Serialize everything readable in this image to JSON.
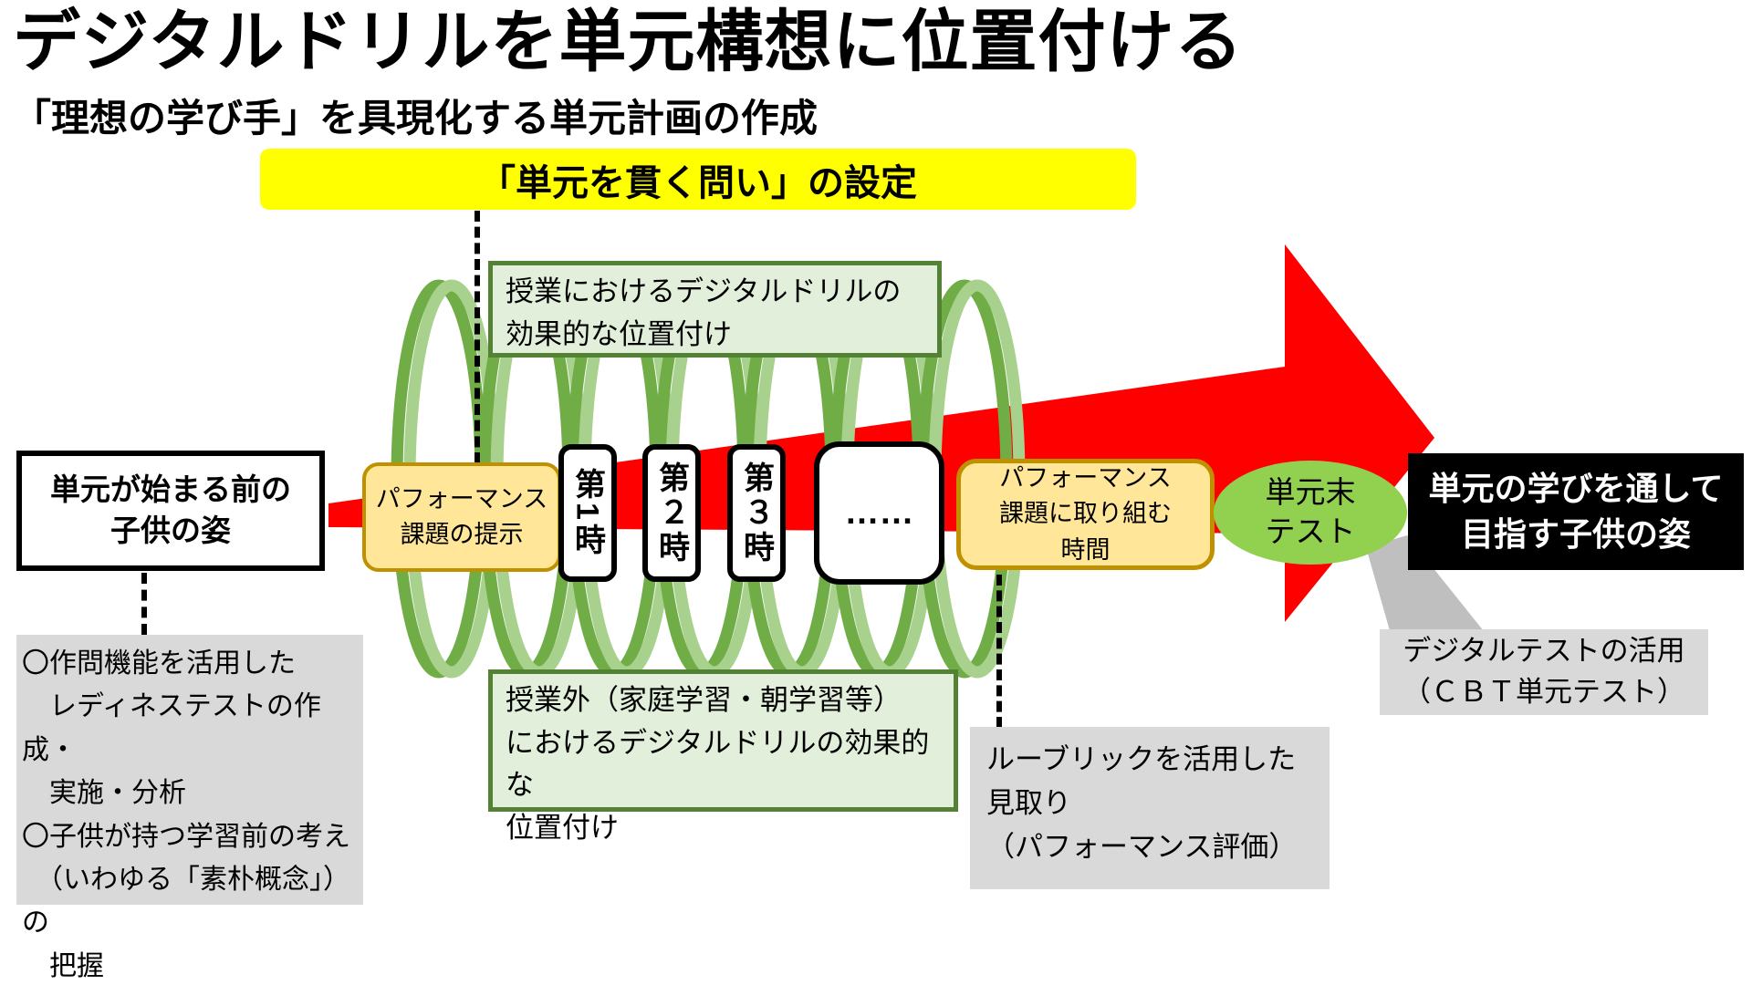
{
  "title": "デジタルドリルを単元構想に位置付ける",
  "subtitle": "「理想の学び手」を具現化する単元計画の作成",
  "banner": {
    "text": "「単元を貫く問い」の設定"
  },
  "boxes": {
    "before_unit": {
      "lines": [
        "単元が始まる前の",
        "子供の姿"
      ]
    },
    "in_class_drill": {
      "lines": [
        "授業におけるデジタルドリルの",
        "効果的な位置付け"
      ]
    },
    "performance_present": {
      "lines": [
        "パフォーマンス",
        "課題の提示"
      ]
    },
    "sessions": [
      {
        "label": "第1時"
      },
      {
        "label": "第２時"
      },
      {
        "label": "第３時"
      },
      {
        "label": "……"
      }
    ],
    "performance_work": {
      "lines": [
        "パフォーマンス",
        "課題に取り組む",
        "時間"
      ]
    },
    "unit_end_test": {
      "lines": [
        "単元末",
        "テスト"
      ]
    },
    "goal_child": {
      "lines": [
        "単元の学びを通して",
        "目指す子供の姿"
      ]
    },
    "readiness_notes": {
      "lines": [
        "〇作問機能を活用した",
        "　レディネステストの作成・",
        "　実施・分析",
        "〇子供が持つ学習前の考え",
        "　（いわゆる「素朴概念」）の",
        "　把握"
      ]
    },
    "out_of_class_drill": {
      "lines": [
        "授業外（家庭学習・朝学習等）",
        "におけるデジタルドリルの効果的な",
        "位置付け"
      ]
    },
    "rubric_notes": {
      "lines": [
        "ルーブリックを活用した",
        "見取り",
        "（パフォーマンス評価）"
      ]
    },
    "digital_test": {
      "lines": [
        "デジタルテストの活用",
        "（ＣＢＴ単元テスト）"
      ]
    }
  },
  "colors": {
    "banner_bg": "#ffff00",
    "green_box_fill": "#e2efda",
    "green_box_border": "#548235",
    "orange_box_fill": "#ffe699",
    "orange_box_border": "#bf9000",
    "coil_dark": "#70ad47",
    "coil_light": "#a9d18e",
    "arrow_red": "#ff0000",
    "ellipse_green": "#92d050",
    "gray_box": "#d9d9d9",
    "callout_gray": "#bfbfbf"
  }
}
